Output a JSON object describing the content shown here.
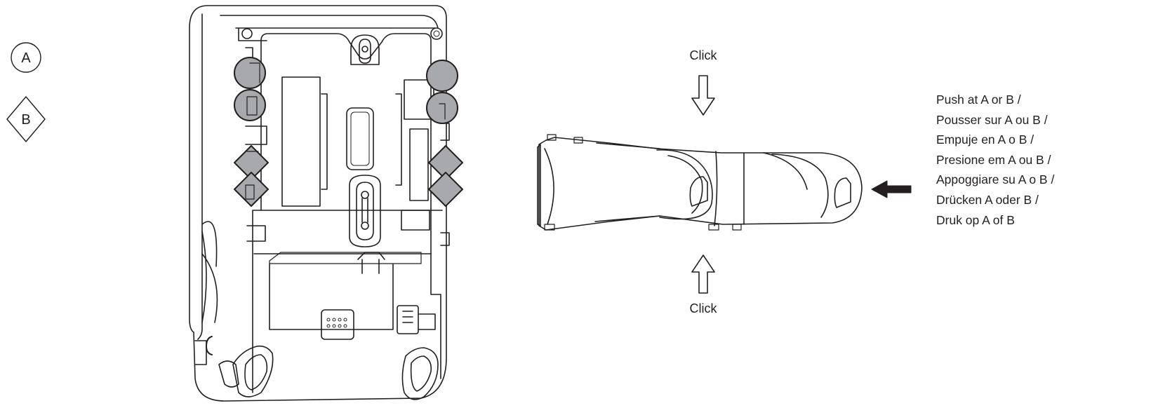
{
  "legend": [
    {
      "shape": "circle",
      "letter": "A"
    },
    {
      "shape": "diamond",
      "letter": "B"
    }
  ],
  "click_top": "Click",
  "click_bottom": "Click",
  "instructions": [
    "Push at  A or B /",
    "Pousser sur A ou B /",
    "Empuje en A o B /",
    "Presione em A ou B /",
    "Appoggiare su A o B /",
    "Drücken A oder B /",
    "Druk op A of B"
  ],
  "colors": {
    "line": "#231f20",
    "marker_fill": "#a7a9ac",
    "marker_stroke": "#231f20",
    "arrow": "#231f20",
    "background": "#ffffff"
  }
}
